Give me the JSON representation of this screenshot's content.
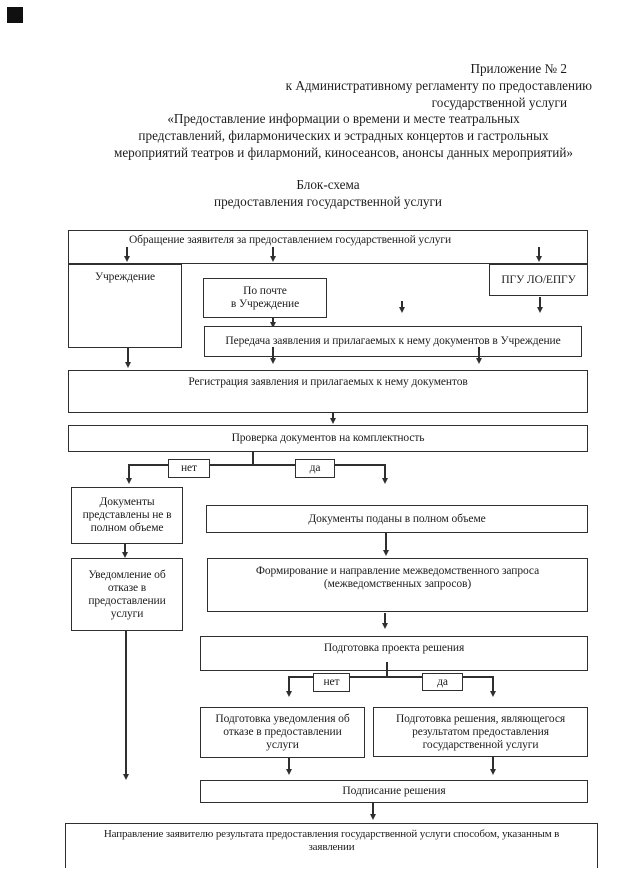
{
  "doc": {
    "appendix_lines": [
      "Приложение № 2",
      "к Административному регламенту по предоставлению",
      "государственной услуги",
      "«Предоставление информации о времени и месте театральных",
      "представлений, филармонических и эстрадных концертов и гастрольных",
      "мероприятий театров и филармоний, киносеансов, анонсы данных мероприятий»"
    ],
    "title_lines": [
      "Блок-схема",
      "предоставления государственной услуги"
    ]
  },
  "flowchart": {
    "nodes": {
      "request": "Обращение заявителя за предоставлением государственной услуги",
      "institution": "Учреждение",
      "by_mail": "По почте\nв Учреждение",
      "portal": "ПГУ ЛО/ЕПГУ",
      "transfer": "Передача заявления и прилагаемых к нему документов в Учреждение",
      "registration": "Регистрация заявления и прилагаемых к нему документов",
      "completeness_check": "Проверка документов на комплектность",
      "docs_incomplete": "Документы\nпредставлены не в\nполном объеме",
      "docs_complete": "Документы поданы в полном объеме",
      "refusal_notice": "Уведомление об\nотказе в\nпредоставлении\nуслуги",
      "interagency_request": "Формирование и направление межведомственного запроса\n(межведомственных запросов)",
      "draft_decision": "Подготовка проекта решения",
      "prepare_refusal": "Подготовка уведомления об\nотказе в предоставлении\nуслуги",
      "prepare_decision": "Подготовка решения, являющегося\nрезультатом предоставления\nгосударственной услуги",
      "signing": "Подписание решения",
      "send_result": "Направление заявителю результата предоставления государственной услуги способом, указанным в\nзаявлении"
    },
    "branch_labels": {
      "no": "нет",
      "yes": "да"
    }
  }
}
